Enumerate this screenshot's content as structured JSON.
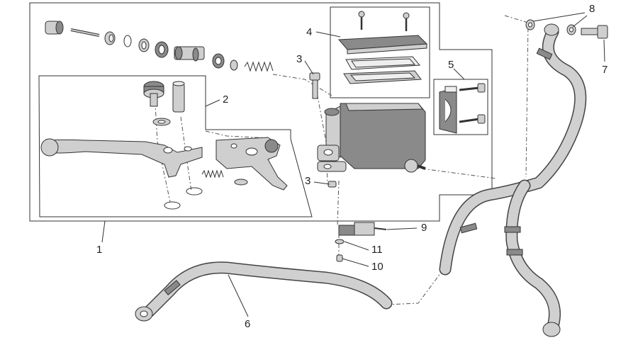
{
  "diagram": {
    "callouts": [
      {
        "id": "c1",
        "label": "1"
      },
      {
        "id": "c2",
        "label": "2"
      },
      {
        "id": "c3a",
        "label": "3"
      },
      {
        "id": "c3b",
        "label": "3"
      },
      {
        "id": "c4",
        "label": "4"
      },
      {
        "id": "c5",
        "label": "5"
      },
      {
        "id": "c6",
        "label": "6"
      },
      {
        "id": "c7",
        "label": "7"
      },
      {
        "id": "c8",
        "label": "8"
      },
      {
        "id": "c9",
        "label": "9"
      },
      {
        "id": "c10",
        "label": "10"
      },
      {
        "id": "c11",
        "label": "11"
      }
    ]
  }
}
